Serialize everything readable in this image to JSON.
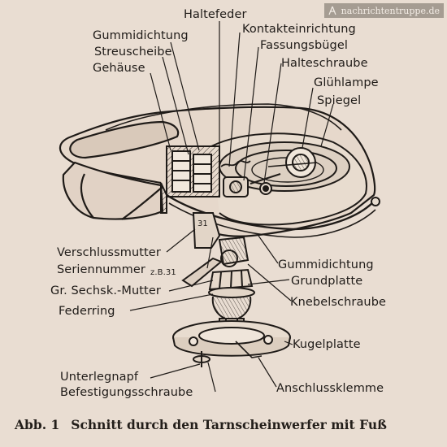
{
  "watermark": {
    "site": "nachrichtentruppe.de",
    "icon": "radio-mast-logo-icon"
  },
  "labels": {
    "haltefeder": "Haltefeder",
    "gummidichtung_top": "Gummidichtung",
    "kontakteinrichtung": "Kontakteinrichtung",
    "streuscheibe": "Streuscheibe",
    "fassungsbuegel": "Fassungsbügel",
    "gehaeuse": "Gehäuse",
    "halteschraube": "Halteschraube",
    "gluehlampe": "Glühlampe",
    "spiegel": "Spiegel",
    "verschlussmutter": "Verschlussmutter",
    "seriennummer": "Seriennummer",
    "seriennummer_zb": "z.B.31",
    "gummidichtung_bottom": "Gummidichtung",
    "grundplatte": "Grundplatte",
    "sechskantmutter": "Gr. Sechsk.-Mutter",
    "knebelschraube": "Knebelschraube",
    "federring": "Federring",
    "kugelplatte": "Kugelplatte",
    "unterlegnapf": "Unterlegnapf",
    "befestigungsschraube": "Befestigungsschraube",
    "anschlussklemme": "Anschlussklemme"
  },
  "diagram": {
    "serial_mark": "31"
  },
  "caption": {
    "number": "Abb. 1",
    "text": "Schnitt durch den Tarnscheinwerfer mit Fuß"
  }
}
